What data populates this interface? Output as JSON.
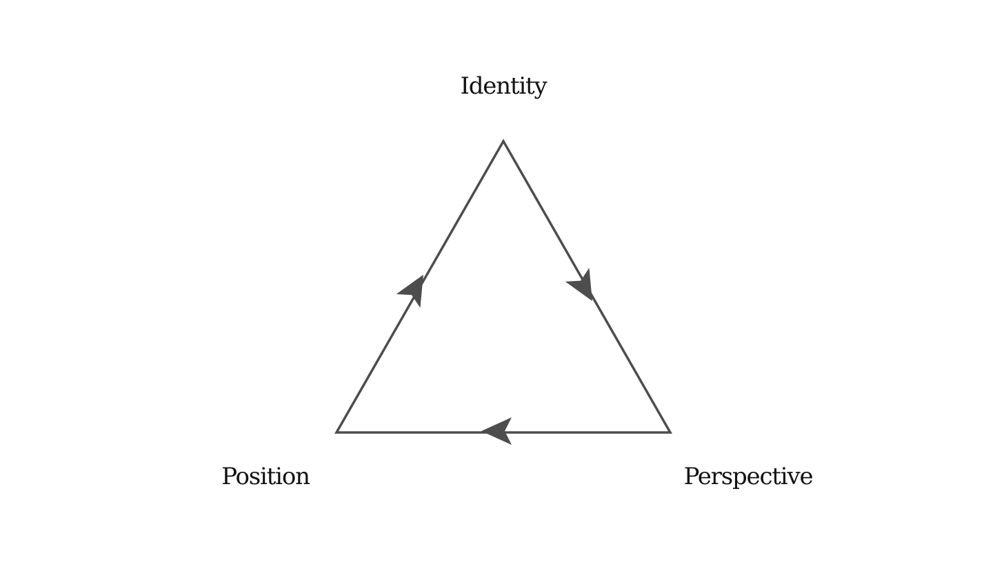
{
  "diagram": {
    "nodes": {
      "top": {
        "label": "Identity"
      },
      "bottom_right": {
        "label": "Perspective"
      },
      "bottom_left": {
        "label": "Position"
      }
    },
    "edges": [
      {
        "from": "Identity",
        "to": "Perspective"
      },
      {
        "from": "Perspective",
        "to": "Position"
      },
      {
        "from": "Position",
        "to": "Identity"
      }
    ],
    "colors": {
      "stroke": "#4d4d4d",
      "arrow": "#4d4d4d",
      "text": "#111111",
      "background": "#ffffff"
    }
  }
}
